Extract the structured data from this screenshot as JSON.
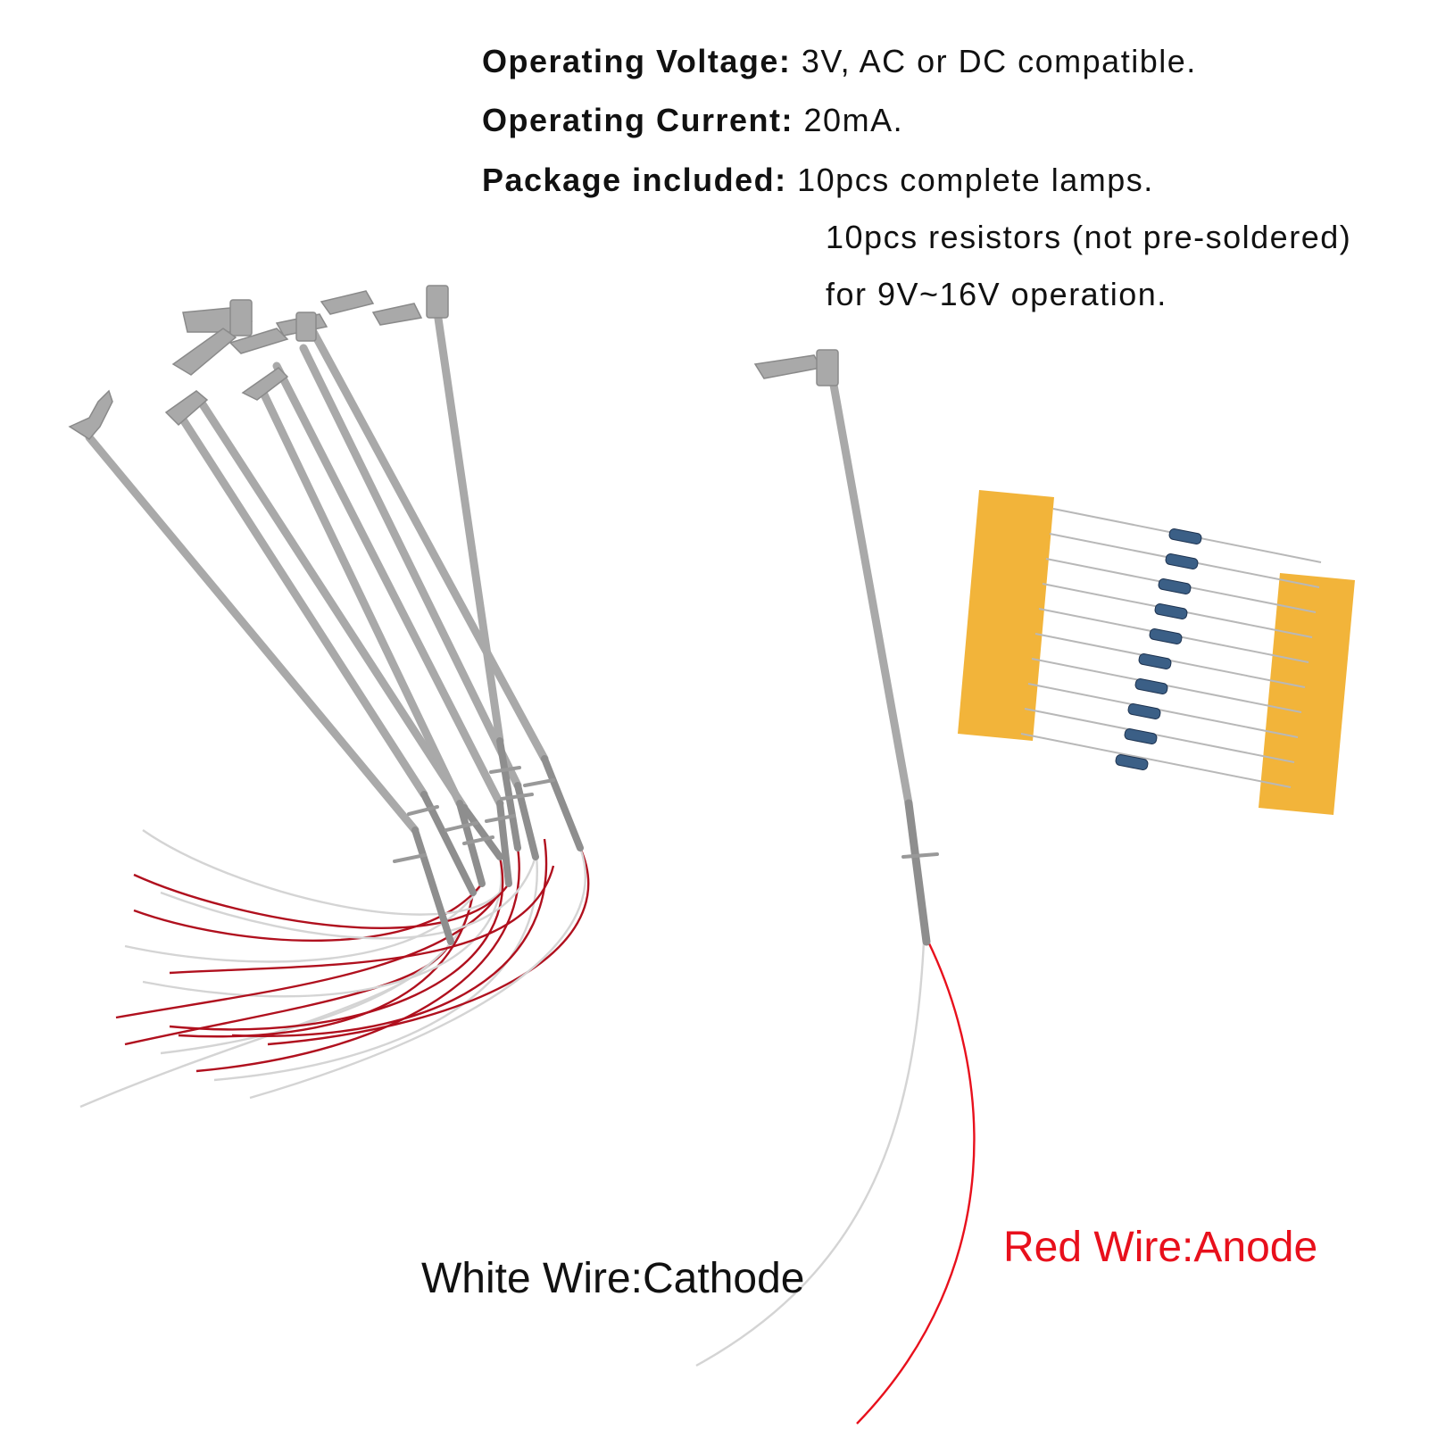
{
  "specs": {
    "voltage": {
      "key": "Operating Voltage:",
      "value": "3V, AC or DC compatible."
    },
    "current": {
      "key": "Operating Current:",
      "value": "20mA."
    },
    "package": {
      "key": "Package included:",
      "lines": [
        "10pcs complete lamps.",
        "10pcs resistors (not pre-soldered)",
        "for 9V~16V operation."
      ]
    }
  },
  "labels": {
    "white_wire": "White Wire:Cathode",
    "red_wire": "Red Wire:Anode"
  },
  "colors": {
    "text": "#111111",
    "red_label": "#e8101c",
    "lamp_gray": "#a9a9a9",
    "wire_red": "#b0101e",
    "wire_white": "#d4d4d4",
    "tape": "#f2b43a",
    "resistor": "#3b5f86"
  }
}
